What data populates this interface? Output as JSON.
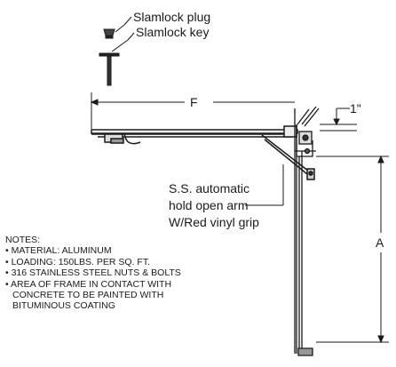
{
  "callouts": {
    "plug": "Slamlock plug",
    "key": "Slamlock key",
    "arm_line1": "S.S. automatic",
    "arm_line2": "hold open arm",
    "arm_line3": "W/Red vinyl grip"
  },
  "dimensions": {
    "width": "F",
    "height": "A",
    "lip": "1\""
  },
  "notes": {
    "heading": "NOTES:",
    "items": [
      "• MATERIAL: ALUMINUM",
      "• LOADING: 150LBS. PER SQ. FT.",
      "• 316 STAINLESS STEEL NUTS & BOLTS",
      "• AREA OF FRAME IN CONTACT WITH",
      "CONCRETE TO BE PAINTED WITH",
      "BITUMINOUS COATING"
    ]
  }
}
